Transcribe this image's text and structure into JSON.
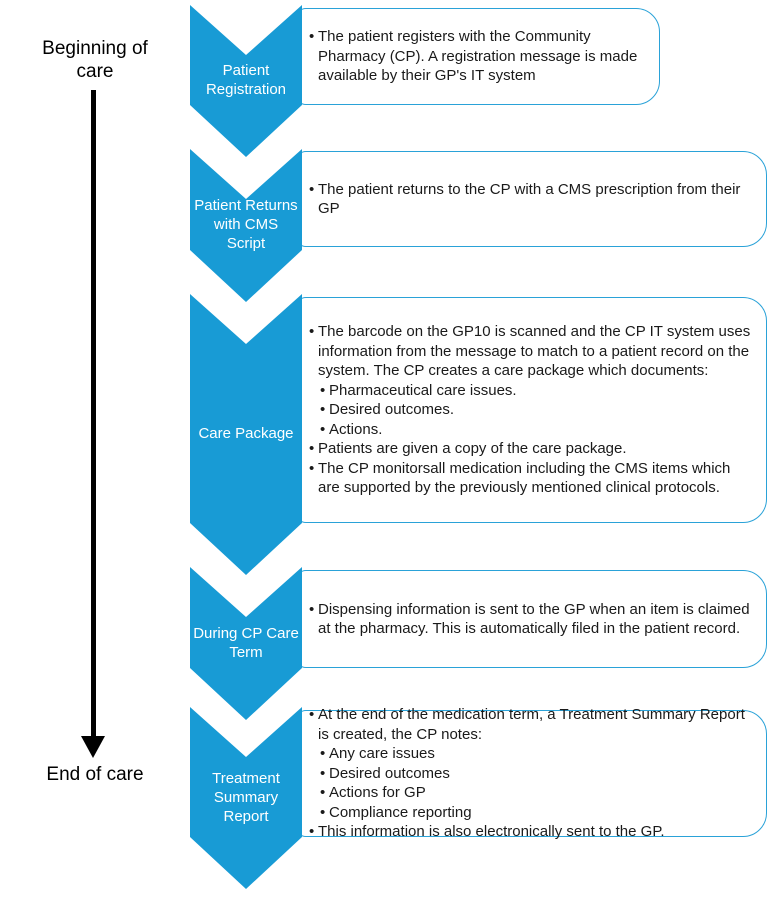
{
  "ui": {
    "bullet": "•"
  },
  "palette": {
    "chevron_blue": "#189BD5",
    "box_border_blue": "#2AA2D8",
    "label_text": "#FFFFFF",
    "body_text": "#1A1A1A",
    "timeline_black": "#000000"
  },
  "timeline": {
    "start_label": "Beginning of care",
    "end_label": "End of care"
  },
  "stages": [
    {
      "label": "Patient Registration",
      "bullets": [
        {
          "level": 1,
          "text": "The patient registers with the Community Pharmacy (CP). A registration message is made available by their GP's IT system"
        }
      ]
    },
    {
      "label": "Patient Returns with CMS Script",
      "bullets": [
        {
          "level": 1,
          "text": "The patient returns to the CP with a CMS prescription from their GP"
        }
      ]
    },
    {
      "label": "Care Package",
      "bullets": [
        {
          "level": 1,
          "text": "The barcode on the GP10 is scanned and the CP IT system uses information from the message to match to a patient record on the system. The CP creates a care package which documents:"
        },
        {
          "level": 2,
          "text": "Pharmaceutical care issues."
        },
        {
          "level": 2,
          "text": "Desired outcomes."
        },
        {
          "level": 2,
          "text": "Actions."
        },
        {
          "level": 1,
          "text": "Patients are given a copy of the care package."
        },
        {
          "level": 1,
          "text": "The CP monitorsall medication including the CMS items which are supported by the previously mentioned clinical protocols."
        }
      ]
    },
    {
      "label": "During CP Care Term",
      "bullets": [
        {
          "level": 1,
          "text": "Dispensing information is sent to the GP when an item is claimed at the pharmacy. This is automatically filed in the patient record."
        }
      ]
    },
    {
      "label": "Treatment Summary Report",
      "bullets": [
        {
          "level": 1,
          "text": "At the end of the medication term, a Treatment Summary Report is created, the CP notes:"
        },
        {
          "level": 2,
          "text": "Any care issues"
        },
        {
          "level": 2,
          "text": "Desired outcomes"
        },
        {
          "level": 2,
          "text": "Actions for GP"
        },
        {
          "level": 2,
          "text": "Compliance reporting"
        },
        {
          "level": 1,
          "text": "This information is also electronically sent to the GP."
        }
      ]
    }
  ]
}
